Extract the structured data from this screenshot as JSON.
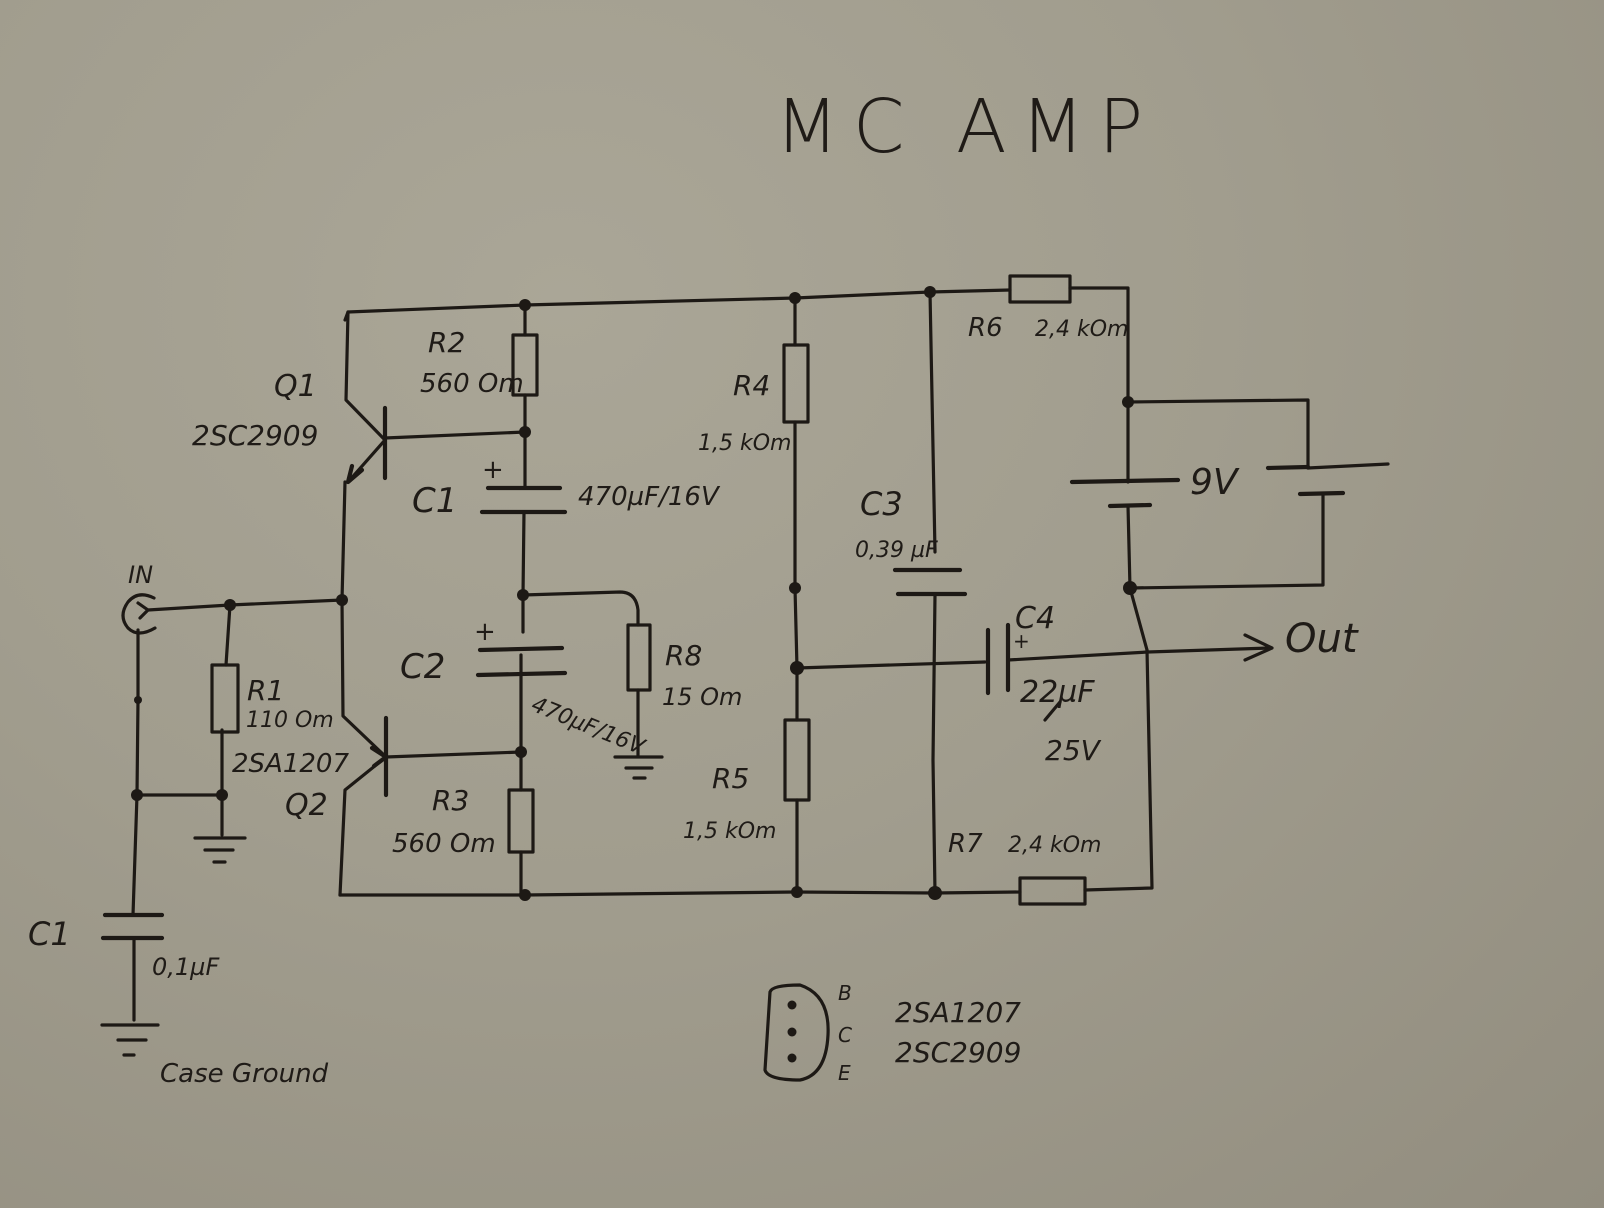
{
  "title": "MC AMP",
  "colors": {
    "paper": "#a19d8e",
    "ink": "#1d1915"
  },
  "input": {
    "label": "IN"
  },
  "output": {
    "label": "Out"
  },
  "transistors": {
    "q1": {
      "ref": "Q1",
      "part": "2SC2909"
    },
    "q2": {
      "ref": "Q2",
      "part": "2SA1207"
    }
  },
  "resistors": {
    "r1": {
      "ref": "R1",
      "value": "110 Om"
    },
    "r2": {
      "ref": "R2",
      "value": "560 Om"
    },
    "r3": {
      "ref": "R3",
      "value": "560 Om"
    },
    "r4": {
      "ref": "R4",
      "value": "1,5 kOm"
    },
    "r5": {
      "ref": "R5",
      "value": "1,5 kOm"
    },
    "r6": {
      "ref": "R6",
      "value": "2,4 kOm"
    },
    "r7": {
      "ref": "R7",
      "value": "2,4 kOm"
    },
    "r8": {
      "ref": "R8",
      "value": "15 Om"
    }
  },
  "capacitors": {
    "c1": {
      "ref": "C1",
      "value": "470µF/16V",
      "polarity": "+"
    },
    "c2": {
      "ref": "C2",
      "value": "470µF/16V",
      "polarity": "+"
    },
    "c3": {
      "ref": "C3",
      "value": "0,39 µF"
    },
    "c4": {
      "ref": "C4",
      "value": "22µF",
      "voltage": "25V",
      "polarity": "+"
    },
    "c_case": {
      "ref": "C1",
      "value": "0,1µF"
    }
  },
  "battery": {
    "label": "9V"
  },
  "case_ground": {
    "label": "Case Ground"
  },
  "pinout": {
    "pins": [
      "B",
      "C",
      "E"
    ],
    "parts": [
      "2SA1207",
      "2SC2909"
    ]
  }
}
